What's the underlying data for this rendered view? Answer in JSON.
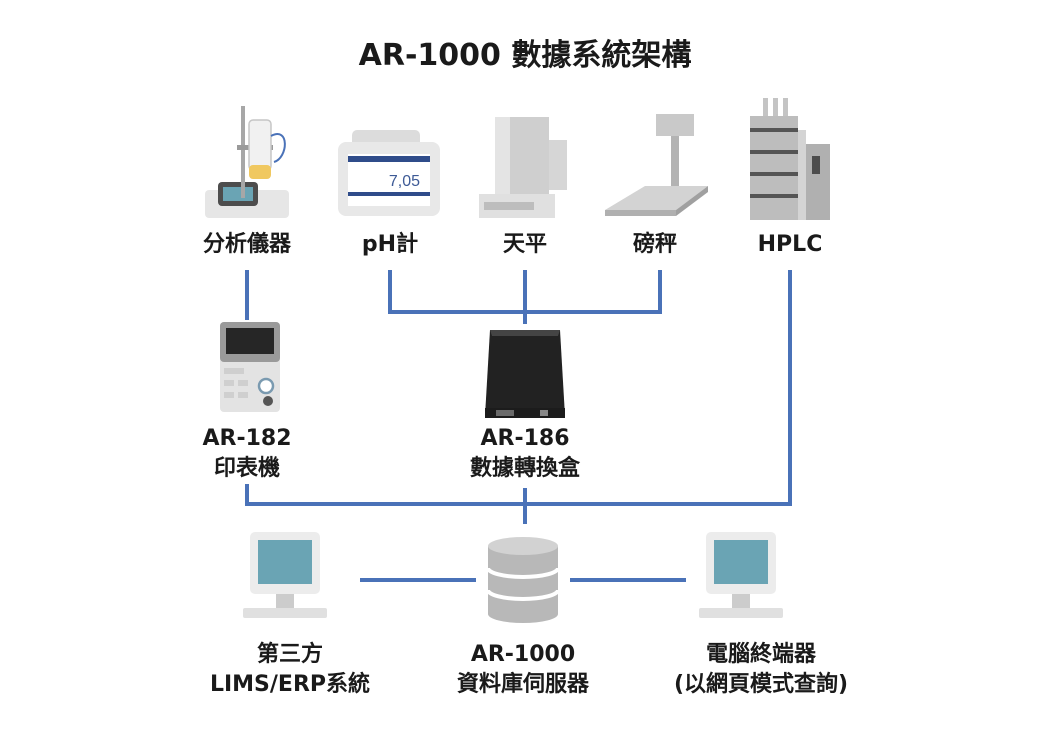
{
  "title": "AR-1000 數據系統架構",
  "instruments": [
    {
      "label": "分析儀器",
      "icon": "analyzer-icon"
    },
    {
      "label": "pH計",
      "icon": "ph-meter-icon",
      "display": "7,05"
    },
    {
      "label": "天平",
      "icon": "balance-icon"
    },
    {
      "label": "磅秤",
      "icon": "scale-icon"
    },
    {
      "label": "HPLC",
      "icon": "hplc-icon"
    }
  ],
  "printer": {
    "line1": "AR-182",
    "line2": "印表機",
    "icon": "printer-icon"
  },
  "converter": {
    "line1": "AR-186",
    "line2": "數據轉換盒",
    "icon": "converter-box-icon"
  },
  "lims": {
    "line1": "第三方",
    "line2": "LIMS/ERP系統",
    "icon": "monitor-icon"
  },
  "server": {
    "line1": "AR-1000",
    "line2": "資料庫伺服器",
    "icon": "database-icon"
  },
  "terminal": {
    "line1": "電腦終端器",
    "line2": "(以網頁模式查詢)",
    "icon": "monitor-icon"
  },
  "colors": {
    "connector": "#4a72b8",
    "title": "#1a1a1a",
    "screen": "#6aa4b4"
  }
}
